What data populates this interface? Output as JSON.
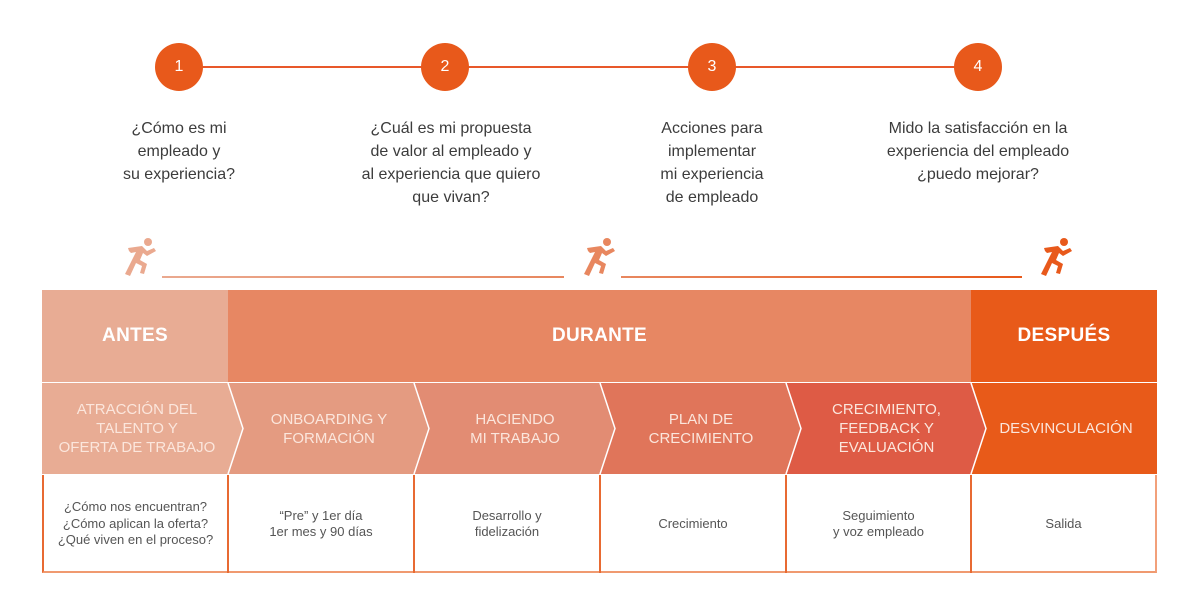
{
  "colors": {
    "accent": "#e8591b",
    "antes": "#e8ac94",
    "durante": "#e78763",
    "despues": "#e85a19",
    "stage1": "#e8ac94",
    "stage2": "#e49b81",
    "stage3": "#e28c73",
    "stage4": "#e0755a",
    "stage5": "#de5b45",
    "stage6": "#e85a19",
    "table_border": "#e86a32"
  },
  "steps": [
    {
      "number": "1",
      "text": "¿Cómo es mi\nempleado y\nsu experiencia?"
    },
    {
      "number": "2",
      "text": "¿Cuál es mi propuesta\nde valor al empleado y\nal experiencia que quiero\nque vivan?"
    },
    {
      "number": "3",
      "text": "Acciones para\nimplementar\nmi experiencia\nde empleado"
    },
    {
      "number": "4",
      "text": "Mido la satisfacción en la\nexperiencia del empleado\n¿puedo mejorar?"
    }
  ],
  "runners": [
    {
      "icon": "running-person-icon",
      "color": "#eaa98f"
    },
    {
      "icon": "running-person-icon",
      "color": "#e8875f"
    },
    {
      "icon": "running-person-icon",
      "color": "#e8591b"
    }
  ],
  "phases": [
    {
      "label": "ANTES"
    },
    {
      "label": "DURANTE"
    },
    {
      "label": "DESPUÉS"
    }
  ],
  "stages": [
    {
      "label": "ATRACCIÓN DEL\nTALENTO Y\nOFERTA DE TRABAJO",
      "detail": "¿Cómo nos encuentran?\n¿Cómo aplican la oferta?\n¿Qué viven en el proceso?"
    },
    {
      "label": "ONBOARDING Y\nFORMACIÓN",
      "detail": "“Pre” y 1er día\n1er mes y 90 días"
    },
    {
      "label": "HACIENDO\nMI TRABAJO",
      "detail": "Desarrollo y\nfidelización"
    },
    {
      "label": "PLAN DE\nCRECIMIENTO",
      "detail": "Crecimiento"
    },
    {
      "label": "CRECIMIENTO,\nFEEDBACK Y\nEVALUACIÓN",
      "detail": "Seguimiento\ny voz empleado"
    },
    {
      "label": "DESVINCULACIÓN",
      "detail": "Salida"
    }
  ]
}
